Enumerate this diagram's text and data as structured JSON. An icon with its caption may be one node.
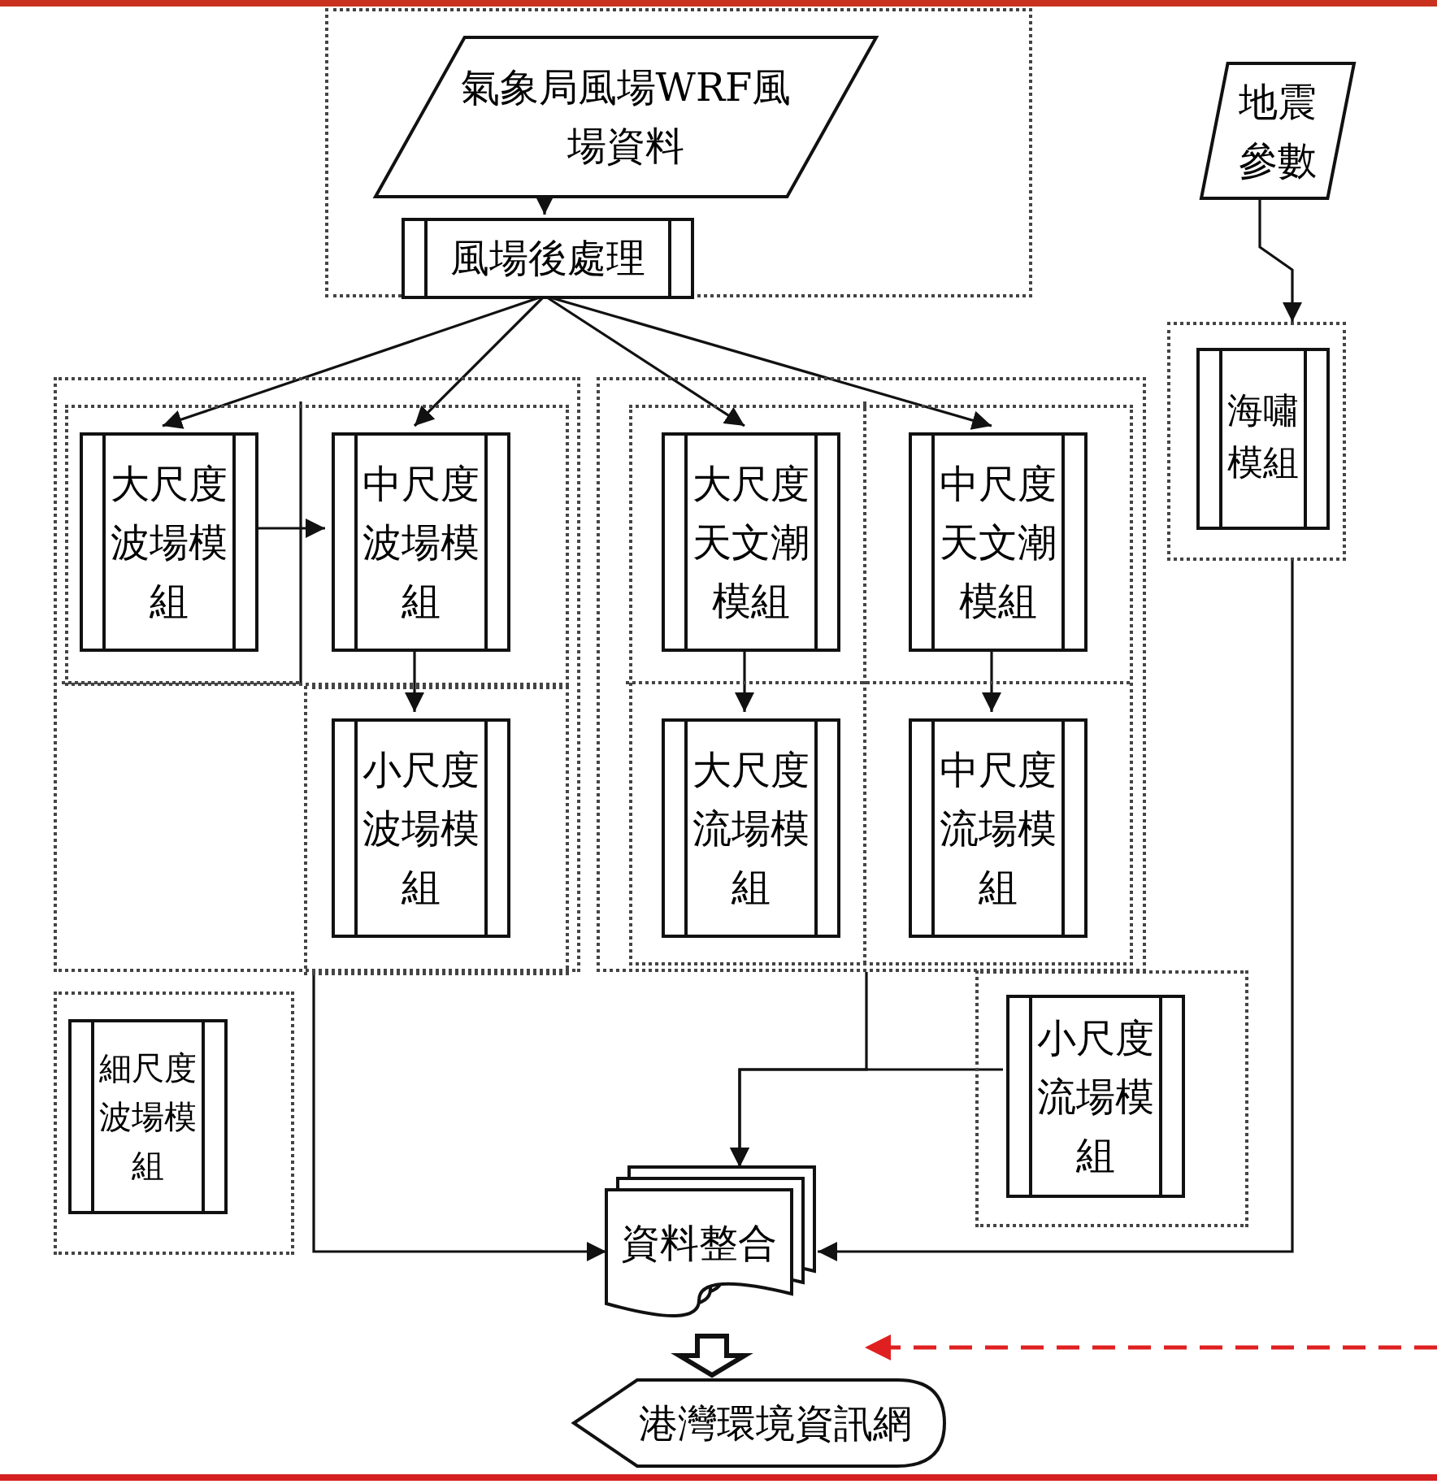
{
  "diagram": {
    "nodes": [
      {
        "text": [],
        "shape": "box"
      },
      {
        "text": [
          "氣象局風場WRF風場資料"
        ],
        "in": 0
      },
      {
        "text": [
          "風場後處理"
        ],
        "in": 0
      },
      {
        "text": [
          "地震參數"
        ]
      },
      {
        "text": [],
        "shape": "box"
      },
      {
        "text": [],
        "shape": "box",
        "in": 4
      },
      {
        "text": [
          "大尺度波場模組"
        ],
        "in": 5
      },
      {
        "text": [
          "中尺度波場模組"
        ],
        "in": 5
      },
      {
        "text": [],
        "shape": "box",
        "in": 4
      },
      {
        "text": [
          "小尺度波場模組"
        ],
        "in": 8
      },
      {
        "text": [],
        "shape": "box"
      },
      {
        "text": [],
        "shape": "box",
        "in": 10
      },
      {
        "text": [
          "大尺度天文潮模組"
        ],
        "in": 11
      },
      {
        "text": [
          "中尺度天文潮模組"
        ],
        "in": 11
      },
      {
        "text": [
          "大尺度流場模組"
        ],
        "in": 11
      },
      {
        "text": [
          "中尺度流場模組"
        ],
        "in": 11
      },
      {
        "text": [],
        "shape": "box"
      },
      {
        "text": [
          "海嘯模組"
        ],
        "in": 16
      },
      {
        "text": [],
        "shape": "box"
      },
      {
        "text": [
          "細尺度波場模組"
        ],
        "in": 18
      },
      {
        "text": [],
        "shape": "box"
      },
      {
        "text": [
          "小尺度流場模組"
        ],
        "in": 20
      },
      {
        "text": [
          "資料整合"
        ]
      },
      {
        "text": [
          "港灣環境資訊網"
        ]
      }
    ],
    "edges": [
      {
        "from": 1,
        "to": 2,
        "arrow": "to"
      },
      {
        "from": 2,
        "to": 6,
        "arrow": "to"
      },
      {
        "from": 2,
        "to": 7,
        "arrow": "to"
      },
      {
        "from": 2,
        "to": 12,
        "arrow": "to"
      },
      {
        "from": 2,
        "to": 13,
        "arrow": "to"
      },
      {
        "from": 3,
        "to": 16,
        "arrow": "to"
      },
      {
        "from": 6,
        "to": 7,
        "arrow": "to"
      },
      {
        "from": 7,
        "to": 9,
        "arrow": "to"
      },
      {
        "from": 12,
        "to": 14,
        "arrow": "to"
      },
      {
        "from": 13,
        "to": 15,
        "arrow": "to"
      },
      {
        "from": 4,
        "to": 22,
        "arrow": "to"
      },
      {
        "from": 10,
        "to": 22,
        "arrow": "to"
      },
      {
        "from": 21,
        "to": 22,
        "arrow": "to"
      },
      {
        "from": 16,
        "to": 22,
        "arrow": "to"
      },
      {
        "from": 22,
        "to": 23,
        "arrow": "to",
        "style": "thick"
      }
    ]
  }
}
